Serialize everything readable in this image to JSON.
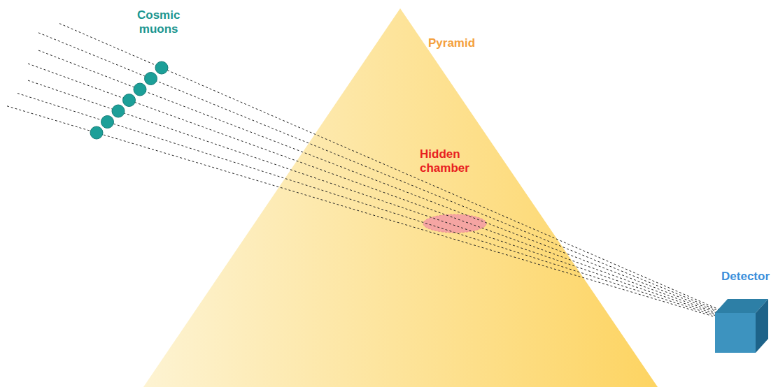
{
  "diagram": {
    "nodes": [
      {
        "text": [
          "Pyramid"
        ]
      },
      {
        "text": [
          "Hidden chamber"
        ],
        "in": 0
      },
      {
        "text": [
          "Detector"
        ]
      }
    ],
    "labels": [
      "Cosmic muons"
    ]
  }
}
